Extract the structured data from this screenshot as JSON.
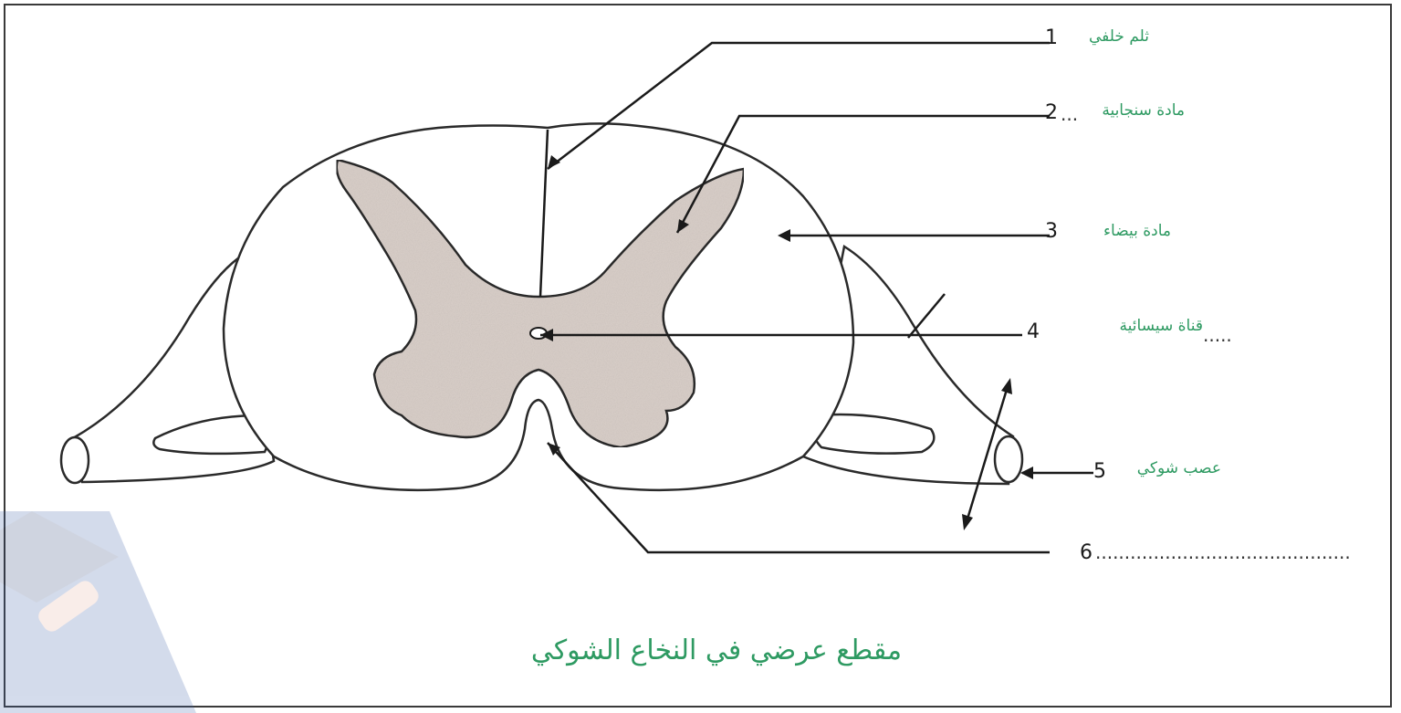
{
  "labels": [
    {
      "num": "1",
      "text": "ثلم خلفي",
      "dots": ""
    },
    {
      "num": "2",
      "text": "مادة سنجابية",
      "dots": "..."
    },
    {
      "num": "3",
      "text": "مادة بيضاء",
      "dots": ""
    },
    {
      "num": "4",
      "text": "قناة سيسائية",
      "dots": "....."
    },
    {
      "num": "5",
      "text": "عصب شوكي",
      "dots": ""
    },
    {
      "num": "6",
      "text": "",
      "dots": "............................................"
    }
  ],
  "title": "مقطع عرضي في النخاع الشوكي",
  "colors": {
    "label_green": "#2e9a62",
    "grey_matter": "#d9cfc9",
    "outline": "#2a2a2a",
    "watermark": "#3d5fa8"
  }
}
